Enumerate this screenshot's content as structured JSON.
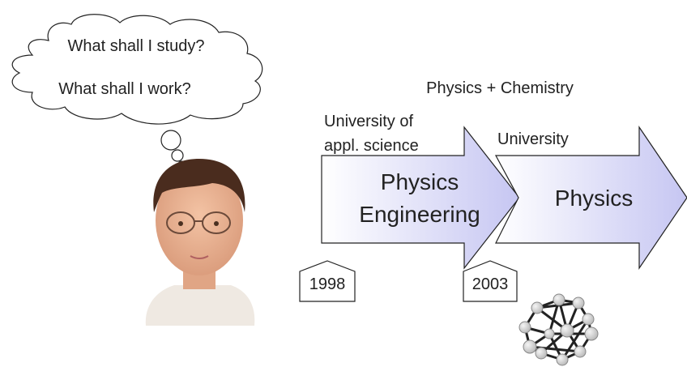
{
  "thought_bubble": {
    "line1": "What shall I study?",
    "line2": "What shall I work?"
  },
  "heading": "Physics + Chemistry",
  "stage1": {
    "institution_line1": "University of",
    "institution_line2": "appl. science",
    "subject_line1": "Physics",
    "subject_line2": "Engineering",
    "year": "1998"
  },
  "stage2": {
    "institution": "University",
    "subject": "Physics",
    "year": "2003"
  },
  "colors": {
    "arrow_fill_start": "#ffffff",
    "arrow_fill_end": "#c8c8f4",
    "outline": "#222222",
    "molecule_node": "#d6d6d6",
    "molecule_bond": "#222222"
  },
  "icons": {
    "person": "student-portrait-icon",
    "molecule": "molecule-icon"
  }
}
